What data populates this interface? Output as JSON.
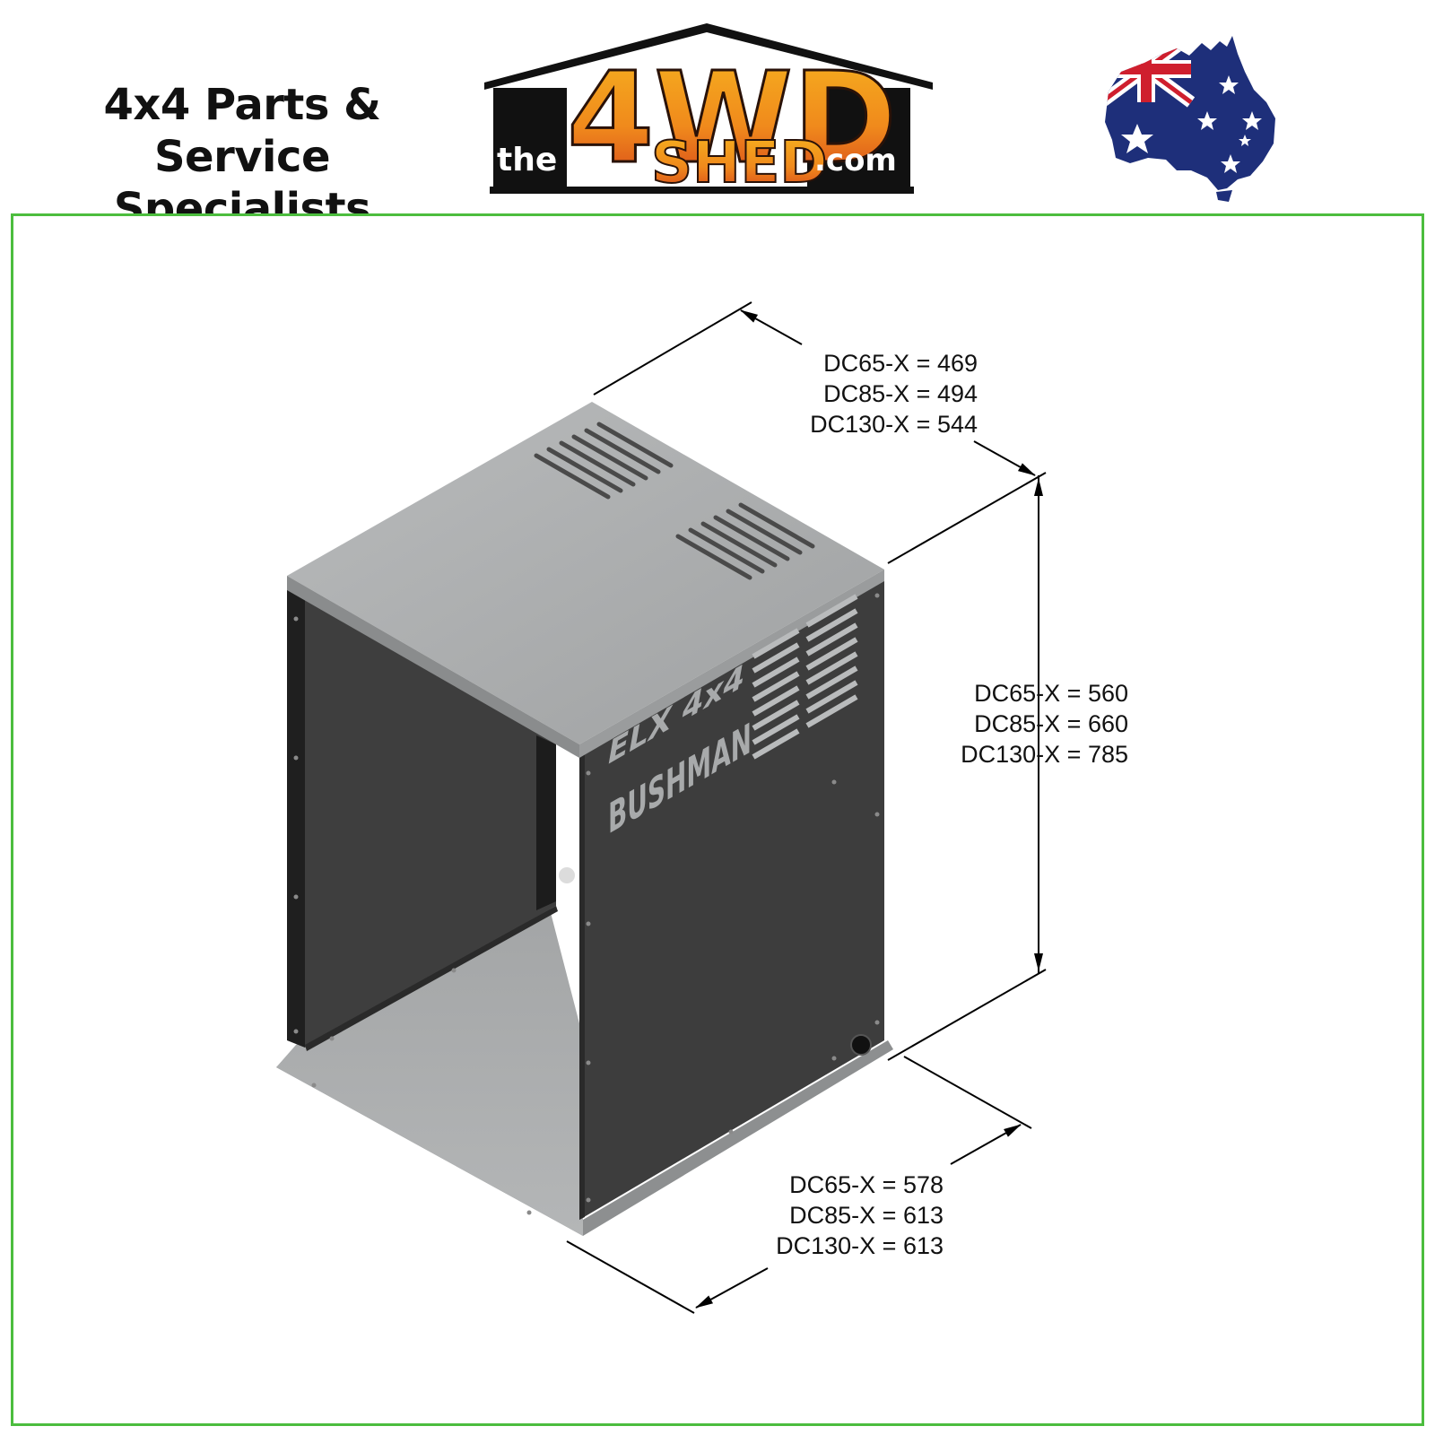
{
  "header": {
    "tagline_line1": "4x4 Parts & Service",
    "tagline_line2": "Specialists",
    "logo": {
      "prefix": "the",
      "main": "4WD",
      "sub": "SHED",
      "suffix": ".com",
      "accent_color": "#f39a1d",
      "accent_dark": "#d9471c"
    },
    "flag_icon": "australia-flag-map-icon"
  },
  "frame_color": "#4cbd3e",
  "product": {
    "brand_script": "ELX 4x4",
    "brand_name": "BUSHMAN",
    "body_color": "#3d3d3d",
    "panel_color": "#a8aaab"
  },
  "dimensions": {
    "width": {
      "line1": "DC65-X = 469",
      "line2": "DC85-X = 494",
      "line3": "DC130-X = 544"
    },
    "height": {
      "line1": "DC65-X = 560",
      "line2": "DC85-X = 660",
      "line3": "DC130-X = 785"
    },
    "depth": {
      "line1": "DC65-X = 578",
      "line2": "DC85-X = 613",
      "line3": "DC130-X = 613"
    }
  }
}
